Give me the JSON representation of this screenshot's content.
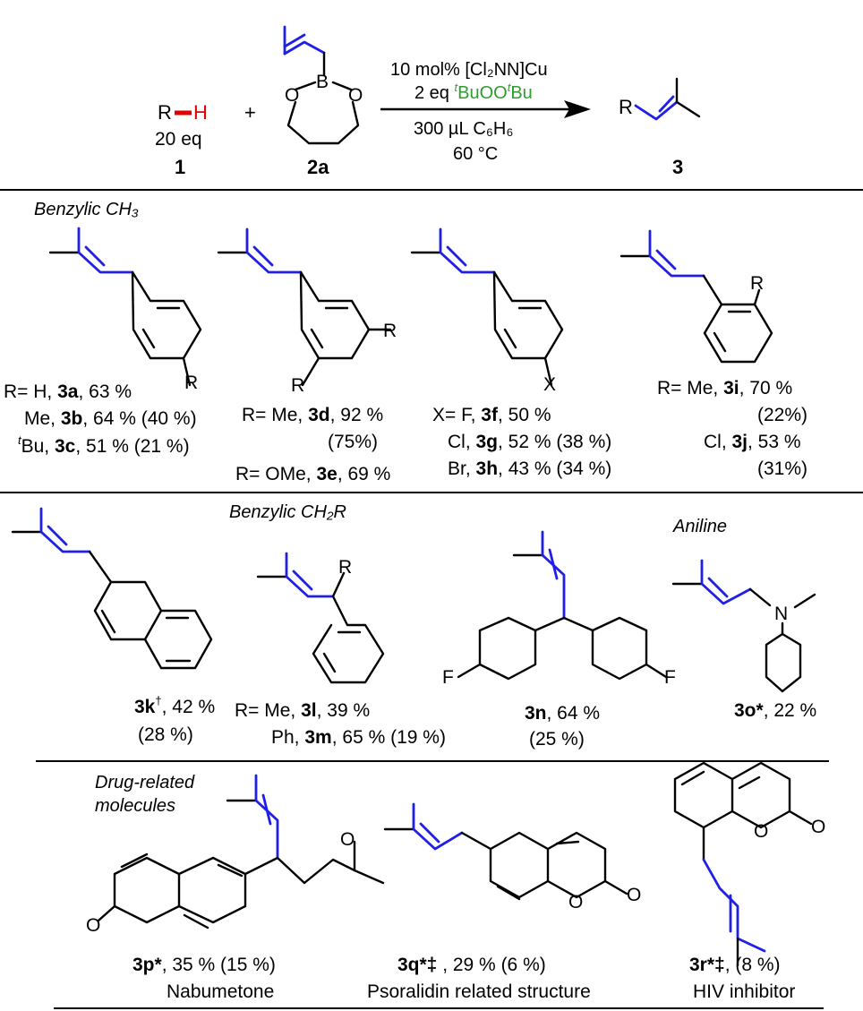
{
  "colors": {
    "bond": "#000000",
    "highlight_bond": "#1f1fe8",
    "hydrogen": "#e00000",
    "oxidant": "#2e9e2e"
  },
  "reaction": {
    "reactant1": {
      "R": "R",
      "H": "H",
      "equiv": "20 eq",
      "number": "1"
    },
    "plus": "+",
    "reactant2": {
      "B": "B",
      "O": "O",
      "number": "2a"
    },
    "conditions": {
      "catalyst": "10 mol% [Cl₂NN]Cu",
      "oxidant_pre": "2 eq ",
      "oxidant": "BuOO",
      "oxidant_post": "Bu",
      "sup_t": "t",
      "solvent": "300 µL C₆H₆",
      "temp": "60 °C"
    },
    "product": {
      "R": "R",
      "number": "3"
    }
  },
  "sections": {
    "benzylic_ch3": "Benzylic CH₃",
    "benzylic_ch2r": "Benzylic CH₂R",
    "aniline": "Aniline",
    "drug_related_1": "Drug-related",
    "drug_related_2": "molecules"
  },
  "substituent_labels": {
    "R": "R",
    "X": "X",
    "F": "F",
    "N": "N",
    "O": "O"
  },
  "entries": {
    "e3abc": [
      {
        "pre": "R=  H, ",
        "id": "3a",
        "post": ", 63 %"
      },
      {
        "pre": "Me, ",
        "id": "3b",
        "post": ", 64 % (40 %)"
      },
      {
        "sup": "t",
        "pre": "Bu, ",
        "id": "3c",
        "post": ", 51 % (21 %)"
      }
    ],
    "e3d": {
      "pre": "R= Me, ",
      "id": "3d",
      "post": ", 92 %",
      "paren": "(75%)"
    },
    "e3e": {
      "pre": "R= OMe, ",
      "id": "3e",
      "post": ", 69 %"
    },
    "e3fgh": [
      {
        "pre": "X=  F, ",
        "id": "3f",
        "post": ", 50 %"
      },
      {
        "pre": "Cl, ",
        "id": "3g",
        "post": ", 52 % (38 %)"
      },
      {
        "pre": "Br, ",
        "id": "3h",
        "post": ", 43 % (34 %)"
      }
    ],
    "e3ij": [
      {
        "pre": "R= Me, ",
        "id": "3i",
        "post": ", 70 %",
        "paren": "(22%)"
      },
      {
        "pre": "Cl, ",
        "id": "3j",
        "post": ", 53 %",
        "paren": "(31%)"
      }
    ],
    "e3k": {
      "id": "3k",
      "sup": "†",
      "post": ", 42 %",
      "paren": "(28 %)"
    },
    "e3lm": [
      {
        "pre": "R=  Me, ",
        "id": "3l",
        "post": ", 39 %"
      },
      {
        "pre": "Ph, ",
        "id": "3m",
        "post": ", 65 % (19 %)"
      }
    ],
    "e3n": {
      "id": "3n",
      "post": ", 64 %",
      "paren": "(25 %)"
    },
    "e3o": {
      "id": "3o*",
      "post": ", 22 %"
    },
    "e3p": {
      "id": "3p*",
      "post": ", 35 % (15 %)",
      "name": "Nabumetone"
    },
    "e3q": {
      "id": "3q*‡",
      "post": " , 29 % (6 %)",
      "name": "Psoralidin related structure"
    },
    "e3r": {
      "id": "3r*‡",
      "post": ", (8 %)",
      "name": "HIV inhibitor"
    }
  }
}
